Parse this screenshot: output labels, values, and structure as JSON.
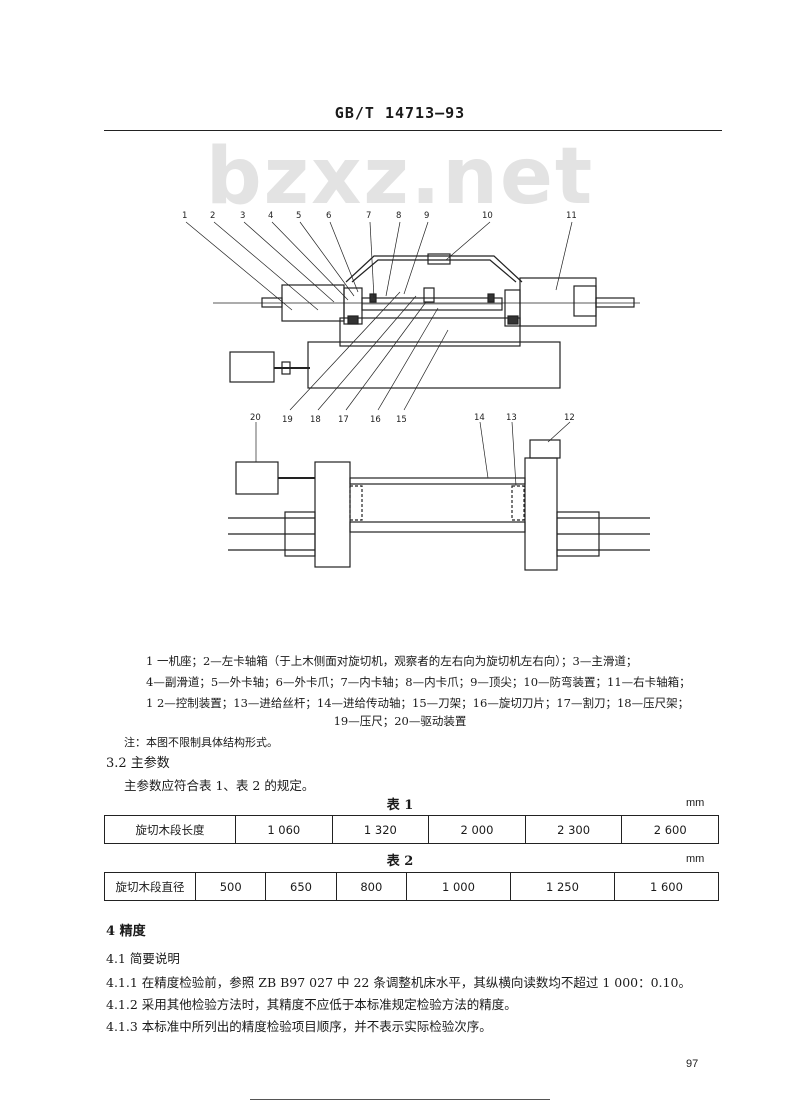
{
  "header": {
    "title": "GB/T 14713—93"
  },
  "watermark": "bzxz.net",
  "figure": {
    "top_labels": [
      "1",
      "2",
      "3",
      "4",
      "5",
      "6",
      "7",
      "8",
      "9",
      "10",
      "11"
    ],
    "bottom_labels": [
      "19",
      "18",
      "17",
      "16",
      "15"
    ],
    "plan_labels": [
      "20",
      "14",
      "13",
      "12"
    ],
    "caption_lines": [
      "1 一机座；2—左卡轴箱（于上木侧面对旋切机，观察者的左右向为旋切机左右向）；3—主滑道；",
      "4—副滑道；5—外卡轴；6—外卡爪；7—内卡轴；8—内卡爪；9—顶尖；10—防弯装置；11—右卡轴箱；",
      "1 2—控制装置；13—进给丝杆；14—进给传动轴；15—刀架；16—旋切刀片；17—割刀；18—压尺架；",
      "19—压尺；20—驱动装置"
    ],
    "note": "注：本图不限制具体结构形式。"
  },
  "section_3_2": {
    "heading": "3.2  主参数",
    "intro": "主参数应符合表 1、表 2 的规定。"
  },
  "table1": {
    "title": "表 1",
    "unit": "mm",
    "label": "旋切木段长度",
    "values": [
      "1 060",
      "1 320",
      "2 000",
      "2 300",
      "2 600"
    ]
  },
  "table2": {
    "title": "表 2",
    "unit": "mm",
    "label": "旋切木段直径",
    "values": [
      "500",
      "650",
      "800",
      "1 000",
      "1 250",
      "1 600"
    ]
  },
  "section_4": {
    "heading": "4   精度",
    "sub_heading": "4.1   简要说明",
    "items": [
      "4.1.1   在精度检验前，参照 ZB B97 027 中 22 条调整机床水平，其纵横向读数均不超过 1 000：0.10。",
      "4.1.2   采用其他检验方法时，其精度不应低于本标准规定检验方法的精度。",
      "4.1.3   本标准中所列出的精度检验项目顺序，并不表示实际检验次序。"
    ]
  },
  "page_number": "97"
}
